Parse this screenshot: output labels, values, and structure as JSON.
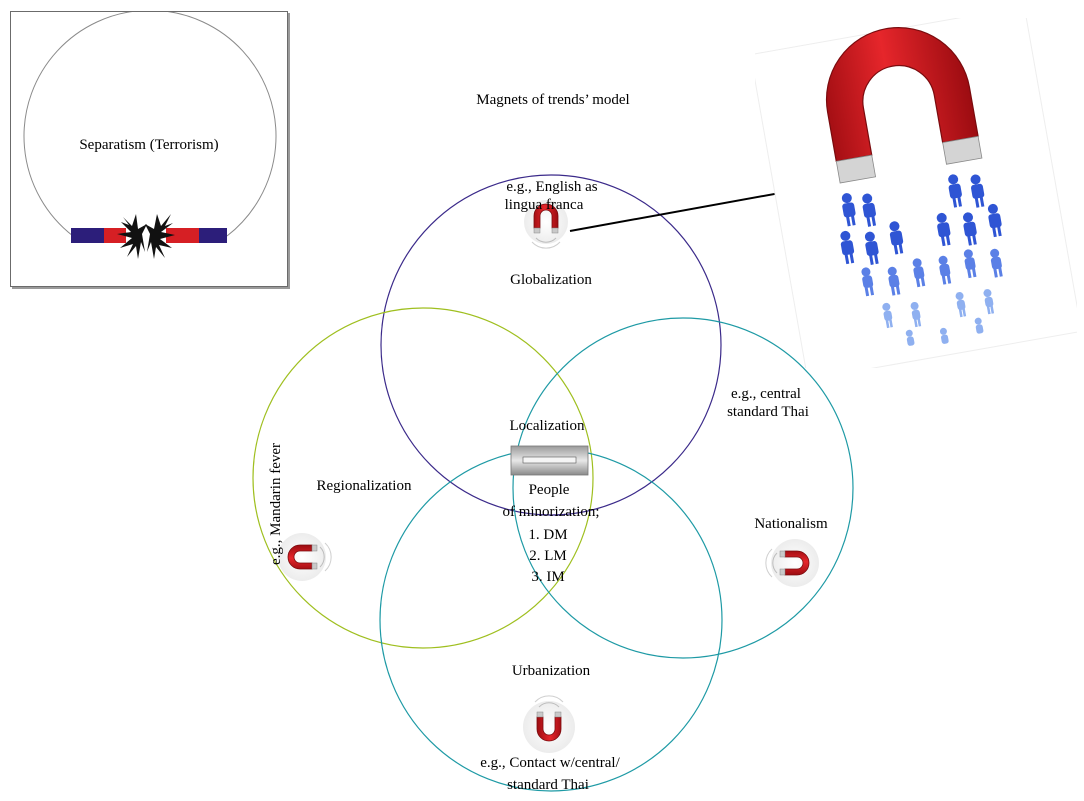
{
  "title": "Magnets of trends’ model",
  "inset": {
    "label": "Separatism (Terrorism)"
  },
  "circles": {
    "globalization": {
      "label": "Globalization",
      "example": [
        "e.g., English as",
        "lingua franca"
      ],
      "color": "#3b2a8a"
    },
    "regionalization": {
      "label": "Regionalization",
      "example": "e.g., Mandarin fever",
      "color": "#9fbf1f"
    },
    "nationalism": {
      "label": "Nationalism",
      "example": [
        "e.g., central",
        "standard Thai"
      ],
      "color": "#1e9aa5"
    },
    "urbanization": {
      "label": "Urbanization",
      "example": [
        "e.g., Contact w/central/",
        "standard Thai"
      ],
      "color": "#1e9aa5"
    }
  },
  "center": {
    "label": "Localization",
    "people": [
      "People",
      "of minorization;"
    ],
    "items": [
      "1. DM",
      "2. LM",
      "3.  IM"
    ]
  },
  "colors": {
    "magnet_red": "#d61f24",
    "magnet_tip": "#c7c7c7",
    "magnet_blue": "#2c1e7a",
    "people_blue": "#2f55d4"
  },
  "icons": [
    "horseshoe-magnet-icon",
    "bar-magnet-icon",
    "broken-magnet-icon",
    "people-icon"
  ]
}
